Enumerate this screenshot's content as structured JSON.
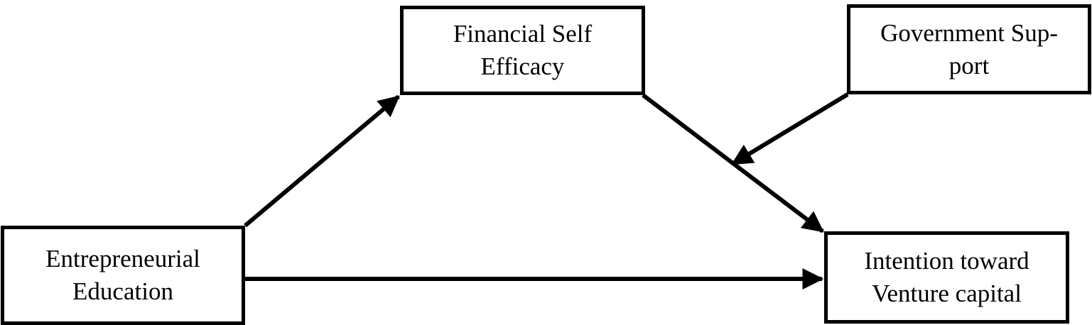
{
  "diagram": {
    "nodes": {
      "financial_self_efficacy": "Financial Self\nEfficacy",
      "government_support": "Government Sup-\nport",
      "entrepreneurial_education": "Entrepreneurial\nEducation",
      "intention_toward_vc": "Intention toward\nVenture capital"
    },
    "edges": [
      {
        "from": "entrepreneurial_education",
        "to": "financial_self_efficacy"
      },
      {
        "from": "financial_self_efficacy",
        "to": "intention_toward_vc"
      },
      {
        "from": "entrepreneurial_education",
        "to": "intention_toward_vc"
      },
      {
        "from": "government_support",
        "to": "financial_self_efficacy->intention_toward_vc",
        "kind": "moderation"
      }
    ],
    "colors": {
      "stroke": "#000000",
      "background": "#ffffff"
    }
  }
}
